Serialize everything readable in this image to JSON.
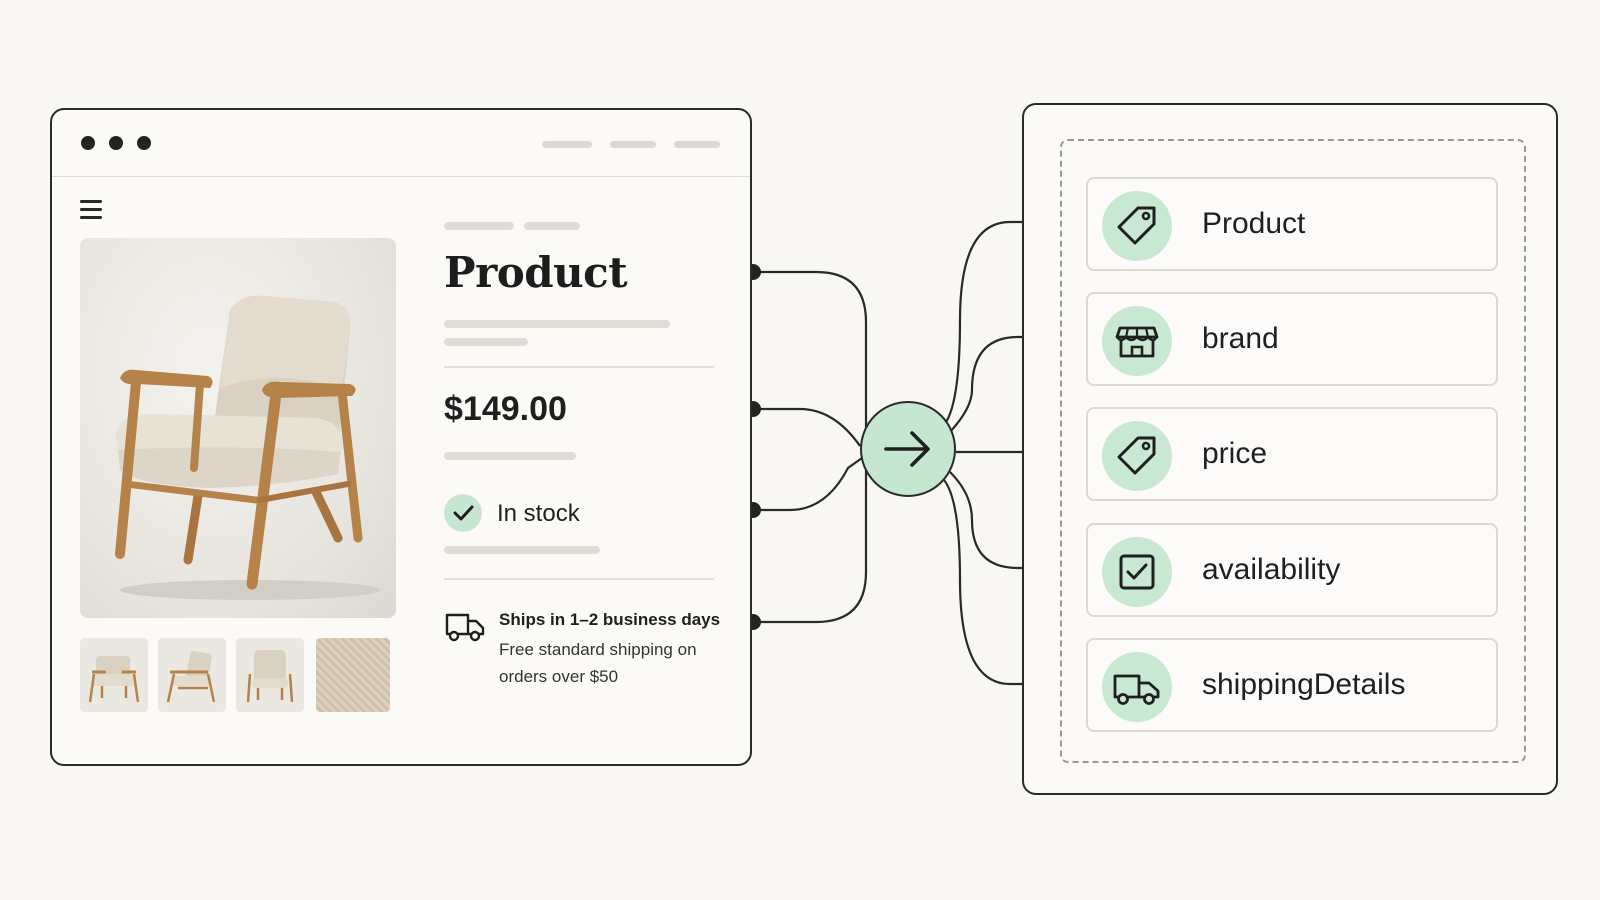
{
  "product_page": {
    "title": "Product",
    "price": "$149.00",
    "availability": "In stock",
    "shipping": {
      "headline": "Ships in 1–2 business days",
      "details": "Free standard shipping on orders over $50"
    }
  },
  "schema": {
    "fields": [
      {
        "label": "Product",
        "icon": "tag-icon"
      },
      {
        "label": "brand",
        "icon": "storefront-icon"
      },
      {
        "label": "price",
        "icon": "tag-icon"
      },
      {
        "label": "availability",
        "icon": "checkbox-icon"
      },
      {
        "label": "shippingDetails",
        "icon": "truck-icon"
      }
    ]
  },
  "hub": {
    "icon": "arrow-right-icon"
  },
  "colors": {
    "accent_green": "#c6e7cf",
    "outline": "#2a2a2a",
    "background": "#f9f7f3",
    "wood": "#b5824a",
    "fabric": "#d8d0c2"
  }
}
